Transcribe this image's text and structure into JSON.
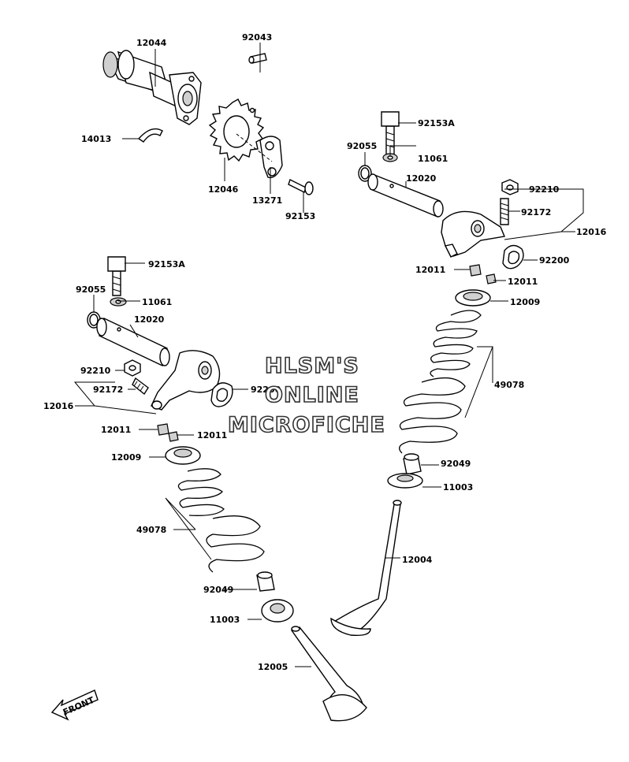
{
  "watermark": {
    "line1": "HLSM'S",
    "line2": "ONLINE",
    "line3": "MICROFICHE"
  },
  "front_marker": "FRONT",
  "parts": {
    "p12044": "12044",
    "p92043": "92043",
    "p14013": "14013",
    "p12046": "12046",
    "p13271": "13271",
    "p92153_top": "92153",
    "r92153A": "92153A",
    "r92055": "92055",
    "r11061": "11061",
    "r12020": "12020",
    "r92210": "92210",
    "r92172": "92172",
    "r12016": "12016",
    "r92200": "92200",
    "r12011a": "12011",
    "r12011b": "12011",
    "r12009": "12009",
    "r49078": "49078",
    "r92049": "92049",
    "r11003": "11003",
    "r12004": "12004",
    "l92153A": "92153A",
    "l92055": "92055",
    "l11061": "11061",
    "l12020": "12020",
    "l92210": "92210",
    "l92172": "92172",
    "l12016": "12016",
    "l92200": "92200",
    "l12011a": "12011",
    "l12011b": "12011",
    "l12009": "12009",
    "l49078": "49078",
    "l92049": "92049",
    "l11003": "11003",
    "l12005": "12005"
  }
}
